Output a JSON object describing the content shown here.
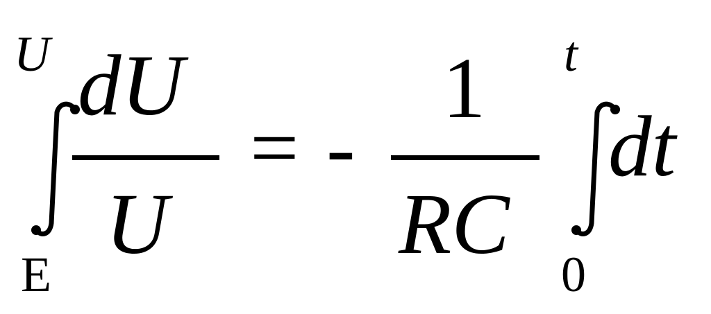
{
  "equation": {
    "lhs": {
      "integral_upper": "U",
      "integral_lower": "E",
      "numerator": "dU",
      "denominator": "U"
    },
    "equals": "=",
    "minus": "-",
    "rhs": {
      "numerator": "1",
      "denominator": "RC",
      "integral_upper": "t",
      "integral_lower": "0",
      "integrand": "dt"
    }
  }
}
